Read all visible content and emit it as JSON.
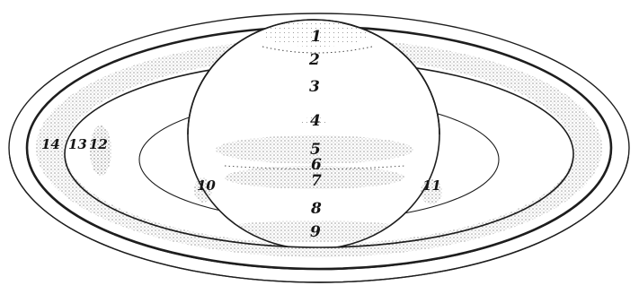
{
  "figure": {
    "labels": {
      "l1": "1",
      "l2": "2",
      "l3": "3",
      "l4": "4",
      "l5": "5",
      "l6": "6",
      "l7": "7",
      "l8": "8",
      "l9": "9",
      "l10": "10",
      "l11": "11",
      "l12": "12",
      "l13": "13",
      "l14": "14"
    },
    "colors": {
      "ink": "#1e1e1e",
      "paper": "#ffffff",
      "shading": "#555555"
    }
  }
}
